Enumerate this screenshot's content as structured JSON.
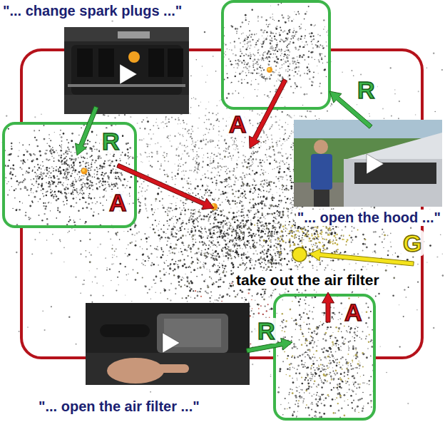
{
  "diagram": {
    "nodes": [
      {
        "text": [
          "\"... change spark plugs ...\""
        ]
      },
      {
        "text": [
          "\"... open the hood ...\""
        ]
      },
      {
        "text": [
          "\"... open the air filter ...\""
        ]
      }
    ],
    "labels": [
      "R",
      "A",
      "R",
      "A",
      "G",
      "take out the air filter",
      "A",
      "R"
    ]
  }
}
